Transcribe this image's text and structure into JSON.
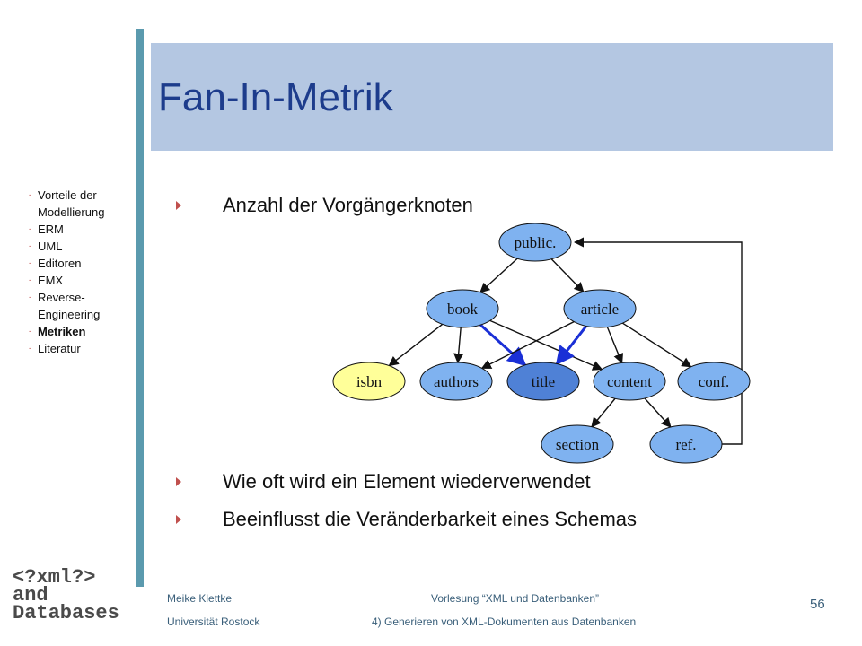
{
  "slide": {
    "title": "Fan-In-Metrik",
    "page_number": "56"
  },
  "sidebar": {
    "items": [
      {
        "lines": [
          "Vorteile der",
          "Modellierung"
        ],
        "active": false
      },
      {
        "lines": [
          "ERM"
        ],
        "active": false
      },
      {
        "lines": [
          "UML"
        ],
        "active": false
      },
      {
        "lines": [
          "Editoren"
        ],
        "active": false
      },
      {
        "lines": [
          "EMX"
        ],
        "active": false
      },
      {
        "lines": [
          "Reverse-",
          "Engineering"
        ],
        "active": false
      },
      {
        "lines": [
          "Metriken"
        ],
        "active": true
      },
      {
        "lines": [
          "Literatur"
        ],
        "active": false
      }
    ]
  },
  "bullets": [
    "Anzahl der Vorgängerknoten",
    "Wie oft wird ein Element wiederverwendet",
    "Beeinflusst die Veränderbarkeit eines Schemas"
  ],
  "diagram": {
    "nodes": [
      {
        "id": "public",
        "label": "public.",
        "fill": "#7fb2f0"
      },
      {
        "id": "book",
        "label": "book",
        "fill": "#7fb2f0"
      },
      {
        "id": "article",
        "label": "article",
        "fill": "#7fb2f0"
      },
      {
        "id": "isbn",
        "label": "isbn",
        "fill": "#ffff99"
      },
      {
        "id": "authors",
        "label": "authors",
        "fill": "#7fb2f0"
      },
      {
        "id": "title",
        "label": "title",
        "fill": "#4f81d6"
      },
      {
        "id": "content",
        "label": "content",
        "fill": "#7fb2f0"
      },
      {
        "id": "conf",
        "label": "conf.",
        "fill": "#7fb2f0"
      },
      {
        "id": "section",
        "label": "section",
        "fill": "#7fb2f0"
      },
      {
        "id": "ref",
        "label": "ref.",
        "fill": "#7fb2f0"
      }
    ],
    "edges": [
      {
        "from": "public",
        "to": "book",
        "highlight": false
      },
      {
        "from": "public",
        "to": "article",
        "highlight": false
      },
      {
        "from": "book",
        "to": "isbn",
        "highlight": false
      },
      {
        "from": "book",
        "to": "authors",
        "highlight": false
      },
      {
        "from": "book",
        "to": "title",
        "highlight": true
      },
      {
        "from": "book",
        "to": "content",
        "highlight": false
      },
      {
        "from": "article",
        "to": "authors",
        "highlight": false
      },
      {
        "from": "article",
        "to": "title",
        "highlight": true
      },
      {
        "from": "article",
        "to": "content",
        "highlight": false
      },
      {
        "from": "article",
        "to": "conf",
        "highlight": false
      },
      {
        "from": "content",
        "to": "section",
        "highlight": false
      },
      {
        "from": "content",
        "to": "ref",
        "highlight": false
      },
      {
        "from": "ref",
        "to": "public",
        "highlight": false,
        "routed": true
      }
    ],
    "colors": {
      "edge": "#111111",
      "highlight_edge": "#1a2fd6"
    }
  },
  "logo": {
    "lines": [
      "<?xml?>",
      "and",
      "Databases"
    ]
  },
  "footer": {
    "author": "Meike Klettke",
    "university": "Universität Rostock",
    "course": "Vorlesung “XML und Datenbanken”",
    "chapter": "4) Generieren von XML-Dokumenten aus Datenbanken"
  },
  "colors": {
    "title_band": "#b4c7e2",
    "title_text": "#1d3c8c",
    "accent_bar": "#5b9aae",
    "bullet_marker": "#c0504d"
  }
}
